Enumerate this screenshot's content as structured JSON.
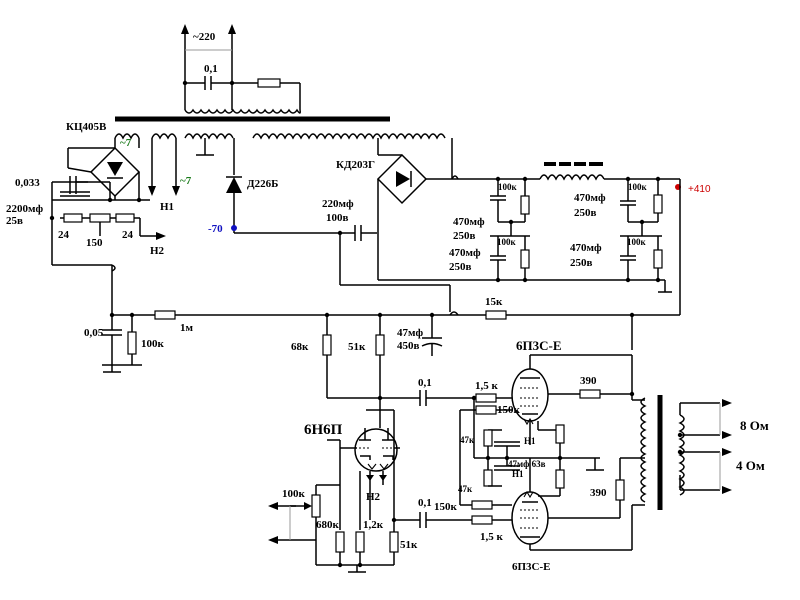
{
  "labels": {
    "mains": "~220",
    "mains_cap": "0,1",
    "bridge_low": "КЦ405В",
    "ac7a": "~7",
    "ac7b": "~7",
    "h1_top": "Н1",
    "h2_top": "Н2",
    "diode": "Д226Б",
    "bridge_hv": "КД203Г",
    "c033": "0,033",
    "c2200": "2200мф",
    "c2200v": "25в",
    "r24a": "24",
    "r150": "150",
    "r24b": "24",
    "v_neg": "-70",
    "c220": "220мф",
    "c220v": "100в",
    "r100k_a": "100к",
    "c470_a": "470мф",
    "c470_av": "250в",
    "r100k_b": "100к",
    "c470_b": "470мф",
    "c470_bv": "250в",
    "c470_c": "470мф",
    "c470_cv": "250в",
    "r100k_c": "100к",
    "c470_d": "470мф",
    "c470_dv": "250в",
    "r100k_d": "100к",
    "v_pos": "+410",
    "r15k": "15к",
    "c005": "0,05",
    "r100k_e": "100к",
    "r1m": "1м",
    "r68k": "68к",
    "r51k_a": "51к",
    "c47": "47мф",
    "c47v": "450в",
    "tube_top": "6П3С-Е",
    "c01_a": "0,1",
    "r1_5k_a": "1,5 к",
    "r150k_a": "150к",
    "r390_a": "390",
    "tube_drv": "6Н6П",
    "r47k_a": "47к",
    "h1_mid": "Н1",
    "c47mf63": "47мф 63в",
    "h1_low": "Н1",
    "r47k_b": "47к",
    "r390_b": "390",
    "ohm8": "8 Ом",
    "ohm4": "4 Ом",
    "r100k_in": "100к",
    "h2_drv": "Н2",
    "c01_b": "0,1",
    "r150k_b": "150к",
    "r680k": "680к",
    "r1_2k": "1,2к",
    "r51k_b": "51к",
    "r1_5k_b": "1,5 к",
    "tube_bot": "6П3С-Е"
  }
}
